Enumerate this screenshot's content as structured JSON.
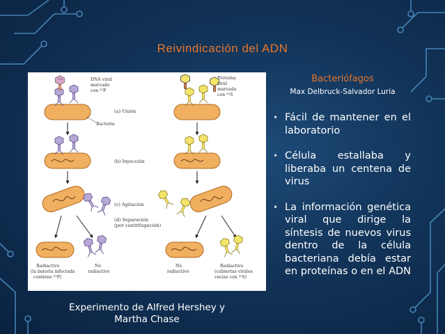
{
  "slide": {
    "title": "Reivindicación del ADN",
    "subtitle": "Bacteriófagos",
    "authors": "Max Delbruck-Salvador Luria",
    "bullet_glyph": "•",
    "bullets": [
      "Fácil de mantener en el laboratorio",
      "Célula estallaba y liberaba un centena de virus",
      "La información genética viral que dirige la síntesis de nuevos virus dentro de la célula bacteriana debía estar en proteínas o en el ADN"
    ],
    "caption_line1": "Experimento de Alfred Hershey y",
    "caption_line2": "Martha Chase"
  },
  "figure": {
    "dna_label": [
      "DNA viral",
      "marcado",
      "con ³²P"
    ],
    "protein_label": [
      "Proteína",
      "viral",
      "marcada",
      "con ³⁵S"
    ],
    "step_a": "(a) Unión",
    "bacteria": "Bacteria",
    "step_b": "(b) Inyección",
    "step_c": "(c) Agitación",
    "step_d": [
      "(d) Separación",
      "(por centrifugación)"
    ],
    "left_radio": [
      "Radiactivo",
      "(la bateria infectada",
      "contiene ³²P)"
    ],
    "left_no": [
      "No",
      "radiactivo"
    ],
    "right_no": [
      "No",
      "radiactivo"
    ],
    "right_radio": [
      "Radiactivo",
      "(cubiertas virales",
      "vacías con ³⁵S)"
    ]
  },
  "colors": {
    "accent": "#e8762a",
    "bacteria_fill": "#f0b060",
    "phage_head_left": "#b7a8d6",
    "phage_head_right": "#f3e46a"
  }
}
